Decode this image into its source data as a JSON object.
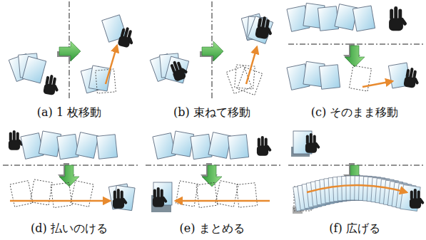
{
  "diagram": {
    "labels": [
      "(a) 1 枚移動",
      "(b) 束ねて移動",
      "(c) そのまま移動",
      "(d) 払いのける",
      "(e) まとめる",
      "(f) 広げる"
    ]
  }
}
